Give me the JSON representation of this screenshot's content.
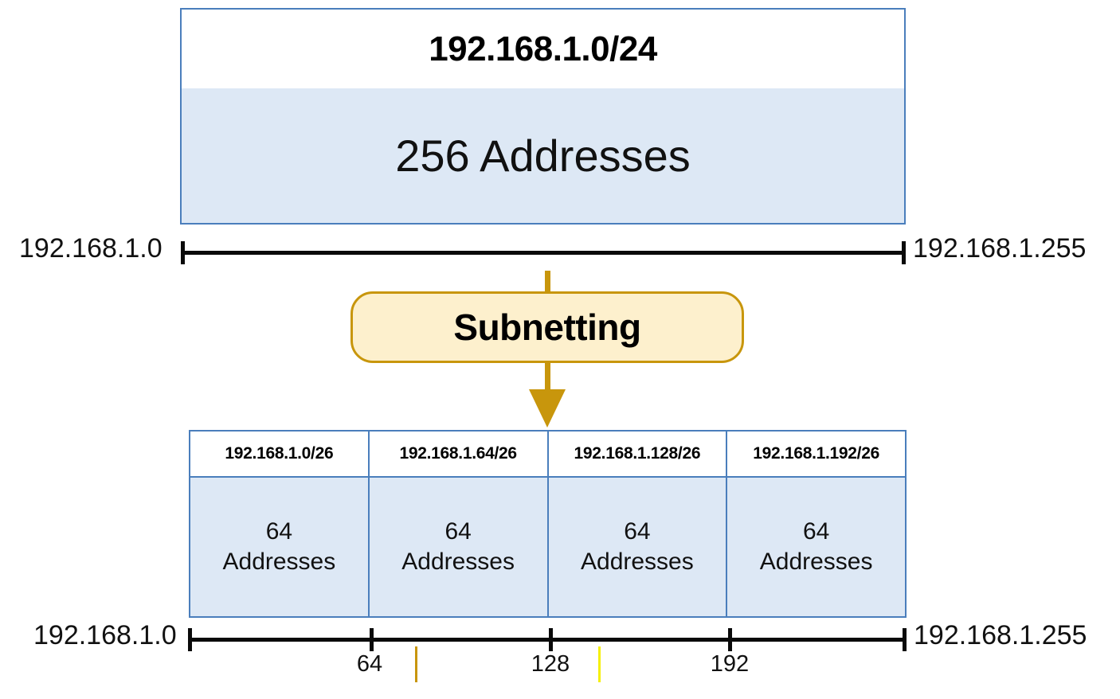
{
  "colors": {
    "box_border": "#4a7ebc",
    "box_fill": "#dde8f5",
    "badge_fill": "#fdf0cd",
    "badge_border": "#c8960c",
    "arrow": "#c8960c",
    "axis": "#0a0a0a",
    "marker_gold": "#c8960c",
    "marker_yellow": "#f5f008",
    "background": "#ffffff"
  },
  "parent_network": {
    "cidr": "192.168.1.0/24",
    "capacity": "256 Addresses"
  },
  "top_axis": {
    "start_label": "192.168.1.0",
    "end_label": "192.168.1.255"
  },
  "operation": {
    "label": "Subnetting",
    "arrow_icon": "down-arrow-icon"
  },
  "subnets": [
    {
      "cidr": "192.168.1.0/26",
      "count": "64",
      "unit": "Addresses"
    },
    {
      "cidr": "192.168.1.64/26",
      "count": "64",
      "unit": "Addresses"
    },
    {
      "cidr": "192.168.1.128/26",
      "count": "64",
      "unit": "Addresses"
    },
    {
      "cidr": "192.168.1.192/26",
      "count": "64",
      "unit": "Addresses"
    }
  ],
  "bottom_axis": {
    "start_label": "192.168.1.0",
    "end_label": "192.168.1.255",
    "ticks": [
      {
        "label": "64"
      },
      {
        "label": "128"
      },
      {
        "label": "192"
      }
    ]
  }
}
